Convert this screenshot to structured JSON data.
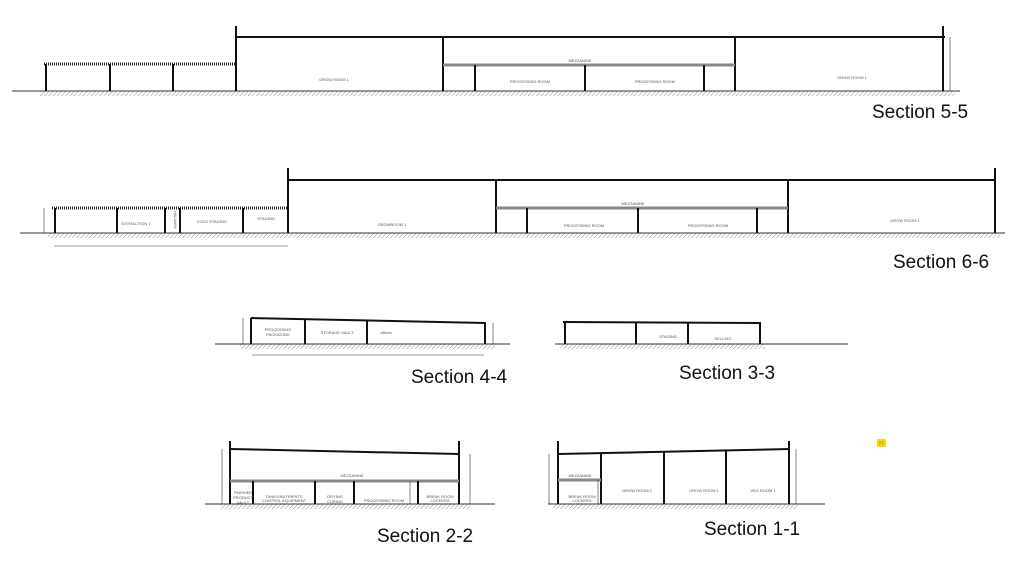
{
  "sections": {
    "s55": {
      "title": "Section 5-5",
      "labels": [
        "GROW ROOM 1",
        "MEZZANINE",
        "PROCESSING ROOM",
        "PROCESSING ROOM",
        "GROW ROOM 1"
      ]
    },
    "s66": {
      "title": "Section 6-6",
      "labels": [
        "EXTRACTION 1",
        "HALLWAY",
        "COLD STAGING",
        "STAGING",
        "GROWROOM 1",
        "MEZZANINE",
        "PROCESSING ROOM",
        "PROCESSING ROOM",
        "GROW ROOM 1"
      ]
    },
    "s44": {
      "title": "Section 4-4",
      "labels": [
        "PROCESSING",
        "PACKAGING",
        "STORAGE VAULT",
        "offices"
      ]
    },
    "s33": {
      "title": "Section 3-3",
      "labels": [
        "STAGING",
        "SELLING"
      ]
    },
    "s22": {
      "title": "Section 2-2",
      "labels": [
        "MEZZANINE",
        "FINISHED",
        "PRODUCT",
        "VAULT",
        "TANKS/NUTRIENTS",
        "CONTROL EQUIPMENT",
        "DRYING",
        "CURING",
        "PROCESSING ROOM",
        "BREAK ROOM",
        "LOCKERS"
      ]
    },
    "s11": {
      "title": "Section 1-1",
      "labels": [
        "MEZZANINE",
        "BREAK ROOM",
        "LOCKERS",
        "GROW ROOM 2",
        "GROW ROOM 1",
        "VEG ROOM 1"
      ]
    }
  },
  "icons": {
    "note": "sticky-note-icon"
  },
  "colors": {
    "note": "#f5d90a",
    "line": "#111111",
    "mezzanine": "#888888"
  }
}
